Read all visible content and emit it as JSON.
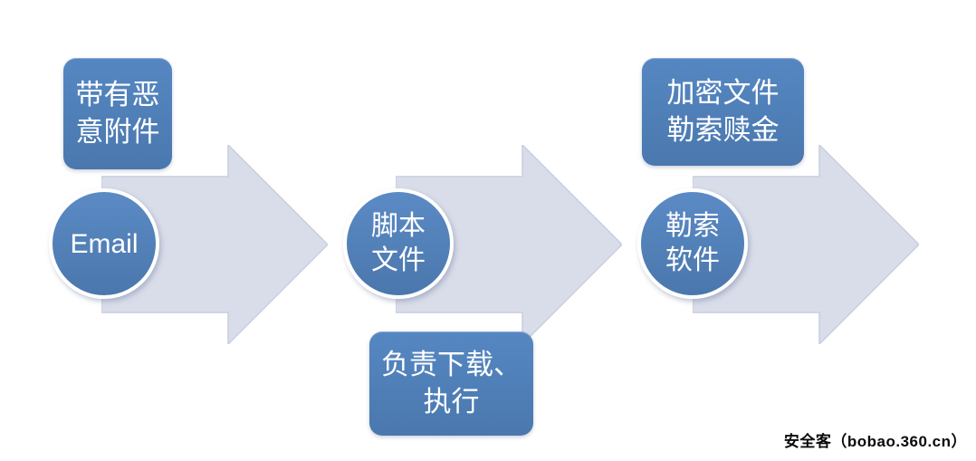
{
  "diagram": {
    "title": "ransomware-infection-process",
    "steps": [
      {
        "circle_lines": [
          "Email"
        ],
        "note_lines": [
          "带有恶",
          "意附件"
        ],
        "note_position": "above"
      },
      {
        "circle_lines": [
          "脚本",
          "文件"
        ],
        "note_lines": [
          "负责下载、",
          "执行"
        ],
        "note_position": "below"
      },
      {
        "circle_lines": [
          "勒索",
          "软件"
        ],
        "note_lines": [
          "加密文件",
          "勒索赎金"
        ],
        "note_position": "above"
      }
    ]
  },
  "watermark": {
    "text": "安全客（bobao.360.cn）"
  },
  "colors": {
    "shape_blue": "#4f81bd",
    "arrow_fill": "#d9ddea",
    "arrow_stroke": "#c7cedf",
    "text_on_shape": "#ffffff",
    "background": "#ffffff"
  }
}
